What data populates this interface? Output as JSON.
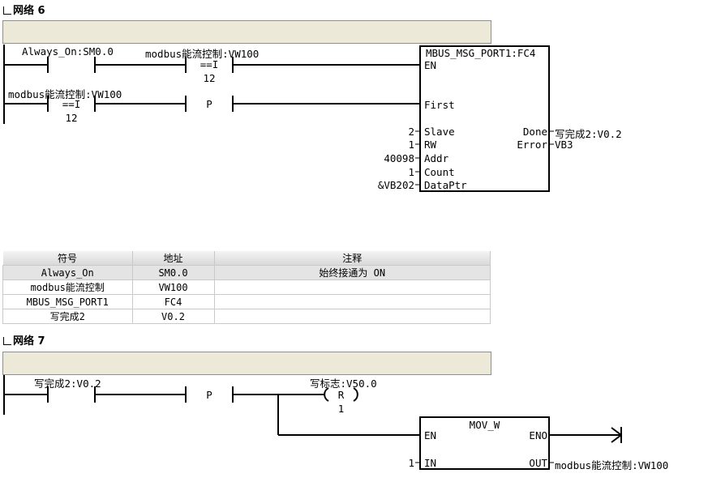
{
  "network6": {
    "title": "网络 6",
    "contact1_label": "Always_On:SM0.0",
    "contact2_label": "modbus能流控制:VW100",
    "contact2_op": "==I",
    "contact2_value": "12",
    "contact3_label": "modbus能流控制:VW100",
    "contact3_op": "==I",
    "contact3_value": "12",
    "pulse_label": "P",
    "block": {
      "title": "MBUS_MSG_PORT1:FC4",
      "en": "EN",
      "first": "First",
      "slave": "Slave",
      "rw": "RW",
      "addr": "Addr",
      "count": "Count",
      "dataptr": "DataPtr",
      "done": "Done",
      "error": "Error"
    },
    "inputs": {
      "slave": "2",
      "rw": "1",
      "addr": "40098",
      "count": "1",
      "dataptr": "&VB202"
    },
    "outputs": {
      "done": "写完成2:V0.2",
      "error": "VB3"
    }
  },
  "symbol_table": {
    "headers": [
      "符号",
      "地址",
      "注释"
    ],
    "rows": [
      [
        "Always_On",
        "SM0.0",
        "始终接通为 ON"
      ],
      [
        "modbus能流控制",
        "VW100",
        ""
      ],
      [
        "MBUS_MSG_PORT1",
        "FC4",
        ""
      ],
      [
        "写完成2",
        "V0.2",
        ""
      ]
    ]
  },
  "network7": {
    "title": "网络 7",
    "contact_label": "写完成2:V0.2",
    "pulse_label": "P",
    "coil_label": "写标志:V50.0",
    "coil_op": "R",
    "coil_value": "1",
    "block": {
      "title": "MOV_W",
      "en": "EN",
      "eno": "ENO",
      "in": "IN",
      "out": "OUT"
    },
    "in_value": "1",
    "out_value": "modbus能流控制:VW100"
  }
}
